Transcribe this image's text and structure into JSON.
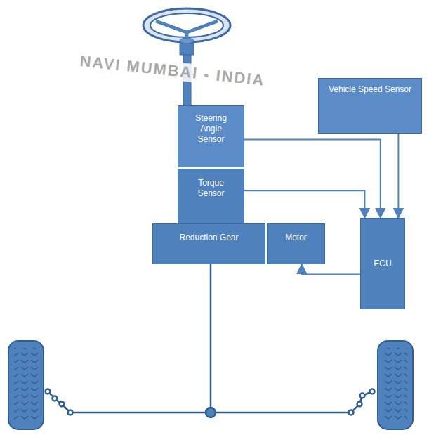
{
  "diagram": {
    "nodes": [
      {
        "text": [
          "Steering Angle Sensor"
        ]
      },
      {
        "text": [
          "Torque Sensor"
        ]
      },
      {
        "text": [
          "Reduction Gear"
        ]
      },
      {
        "text": [
          "Motor"
        ]
      },
      {
        "text": [
          "Vehicle Speed Sensor"
        ]
      },
      {
        "text": [
          "ECU"
        ]
      }
    ],
    "edges": [
      {
        "from": 0,
        "to": 5,
        "arrow": "to"
      },
      {
        "from": 1,
        "to": 5,
        "arrow": "to"
      },
      {
        "from": 4,
        "to": 5,
        "arrow": "to"
      },
      {
        "from": 5,
        "to": 3,
        "arrow": "to"
      }
    ],
    "labels": [
      "NAVI MUMBAI - INDIA"
    ]
  }
}
